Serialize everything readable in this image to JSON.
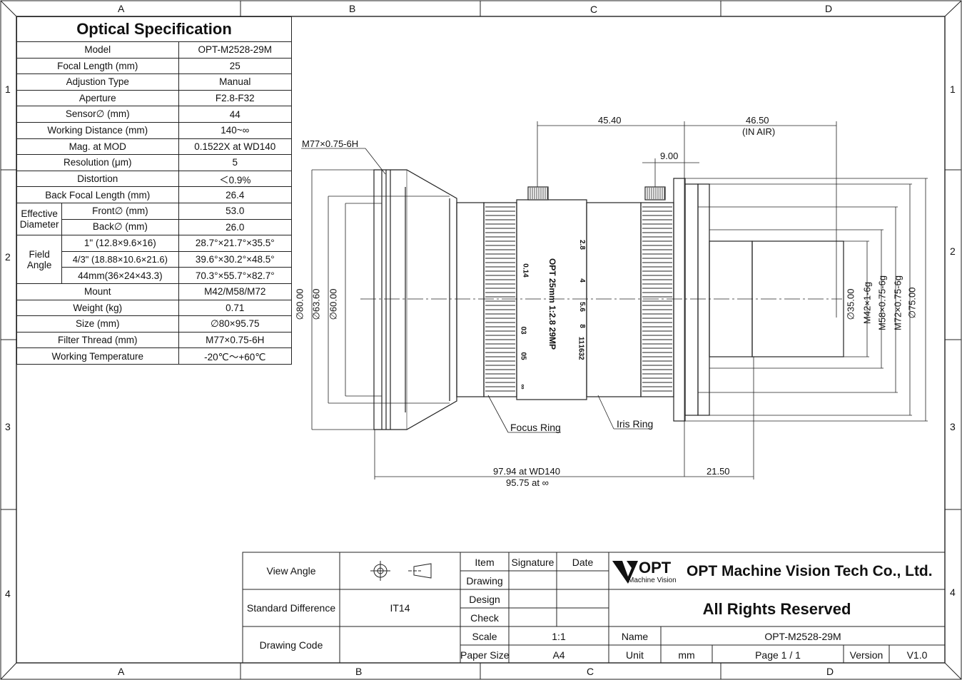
{
  "frame": {
    "columns": [
      "A",
      "B",
      "C",
      "D"
    ],
    "rows": [
      "1",
      "2",
      "3",
      "4"
    ]
  },
  "spec": {
    "title": "Optical Specification",
    "rows": [
      {
        "label": "Model",
        "value": "OPT-M2528-29M"
      },
      {
        "label": "Focal Length (mm)",
        "value": "25"
      },
      {
        "label": "Adjustion Type",
        "value": "Manual"
      },
      {
        "label": "Aperture",
        "value": "F2.8-F32"
      },
      {
        "label": "Sensor∅ (mm)",
        "value": "44"
      },
      {
        "label": "Working Distance (mm)",
        "value": "140~∞"
      },
      {
        "label": "Mag. at MOD",
        "value": "0.1522X at WD140"
      },
      {
        "label": "Resolution (μm)",
        "value": "5"
      },
      {
        "label": "Distortion",
        "value": "＜0.9%"
      },
      {
        "label": "Back Focal Length (mm)",
        "value": "26.4"
      }
    ],
    "effective_diameter": {
      "group": "Effective Diameter",
      "rows": [
        {
          "label": "Front∅ (mm)",
          "value": "53.0"
        },
        {
          "label": "Back∅ (mm)",
          "value": "26.0"
        }
      ]
    },
    "field_angle": {
      "group": "Field Angle",
      "rows": [
        {
          "label": "1\" (12.8×9.6×16)",
          "value": "28.7°×21.7°×35.5°"
        },
        {
          "label": "4/3\" (18.88×10.6×21.6)",
          "value": "39.6°×30.2°×48.5°"
        },
        {
          "label": "44mm(36×24×43.3)",
          "value": "70.3°×55.7°×82.7°"
        }
      ]
    },
    "rows_after": [
      {
        "label": "Mount",
        "value": "M42/M58/M72"
      },
      {
        "label": "Weight (kg)",
        "value": "0.71"
      },
      {
        "label": "Size (mm)",
        "value": "∅80×95.75"
      },
      {
        "label": "Filter Thread (mm)",
        "value": "M77×0.75-6H"
      },
      {
        "label": "Working Temperature",
        "value": "-20℃～+60℃"
      }
    ]
  },
  "drawing": {
    "filter_thread": "M77×0.75-6H",
    "dim_45_40": "45.40",
    "dim_46_50": "46.50",
    "in_air": "(IN AIR)",
    "dim_9_00": "9.00",
    "d80": "∅80.00",
    "d63_6": "∅63.60",
    "d60": "∅60.00",
    "d35": "∅35.00",
    "m42": "M42×1-6g",
    "m58": "M58×0.75-6g",
    "m72": "M72×0.75-6g",
    "d75": "∅75.00",
    "focus_ring": "Focus Ring",
    "iris_ring": "Iris Ring",
    "len1": "97.94  at WD140",
    "len2": "95.75 at ∞",
    "dim_21_50": "21.50",
    "barrel_text": "OPT 25mm 1:2.8 29MP",
    "f_stops": [
      "2.8",
      "4",
      "5.6",
      "8",
      "11",
      "16",
      "32"
    ],
    "focus_marks": [
      "0.14",
      "03",
      "05",
      "∞"
    ]
  },
  "title_block": {
    "view_angle": "View Angle",
    "standard_difference": "Standard Difference",
    "std_value": "IT14",
    "drawing_code": "Drawing Code",
    "item": "Item",
    "signature": "Signature",
    "date": "Date",
    "drawing": "Drawing",
    "design": "Design",
    "check": "Check",
    "scale": "Scale",
    "scale_value": "1:1",
    "paper_size": "Paper Size",
    "paper_value": "A4",
    "logo_main": "OPT",
    "logo_sub": "Machine Vision",
    "company": "OPT Machine Vision Tech Co., Ltd.",
    "rights": "All Rights Reserved",
    "name": "Name",
    "name_value": "OPT-M2528-29M",
    "unit": "Unit",
    "unit_value": "mm",
    "page": "Page  1 / 1",
    "version": "Version",
    "version_value": "V1.0"
  }
}
